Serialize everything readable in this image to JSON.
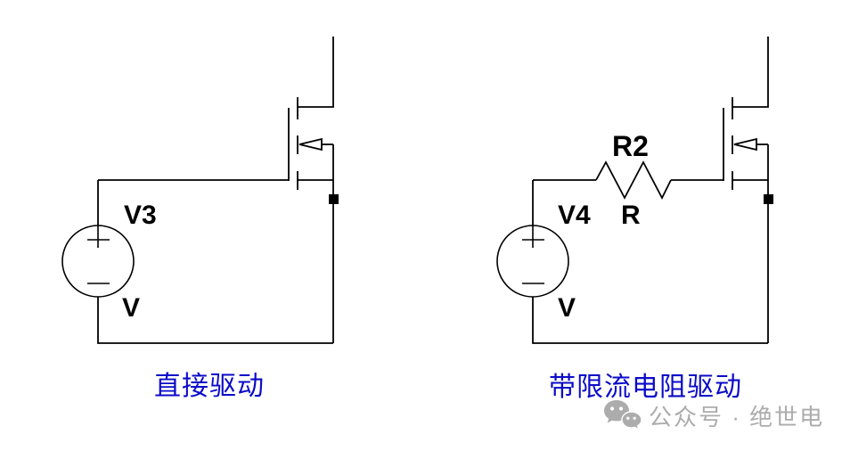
{
  "colors": {
    "page_bg": "#ffffff",
    "line_color": "#000000",
    "caption_color": "#0b0bc8",
    "watermark_color": "#acacac"
  },
  "left_circuit": {
    "source_name": "V3",
    "source_value": "V",
    "caption": "直接驱动"
  },
  "right_circuit": {
    "source_name": "V4",
    "source_value": "V",
    "resistor_name": "R2",
    "resistor_value": "R",
    "caption": "带限流电阻驱动"
  },
  "watermark": {
    "icon": "wechat-icon",
    "text": "公众号 · 绝世电"
  }
}
